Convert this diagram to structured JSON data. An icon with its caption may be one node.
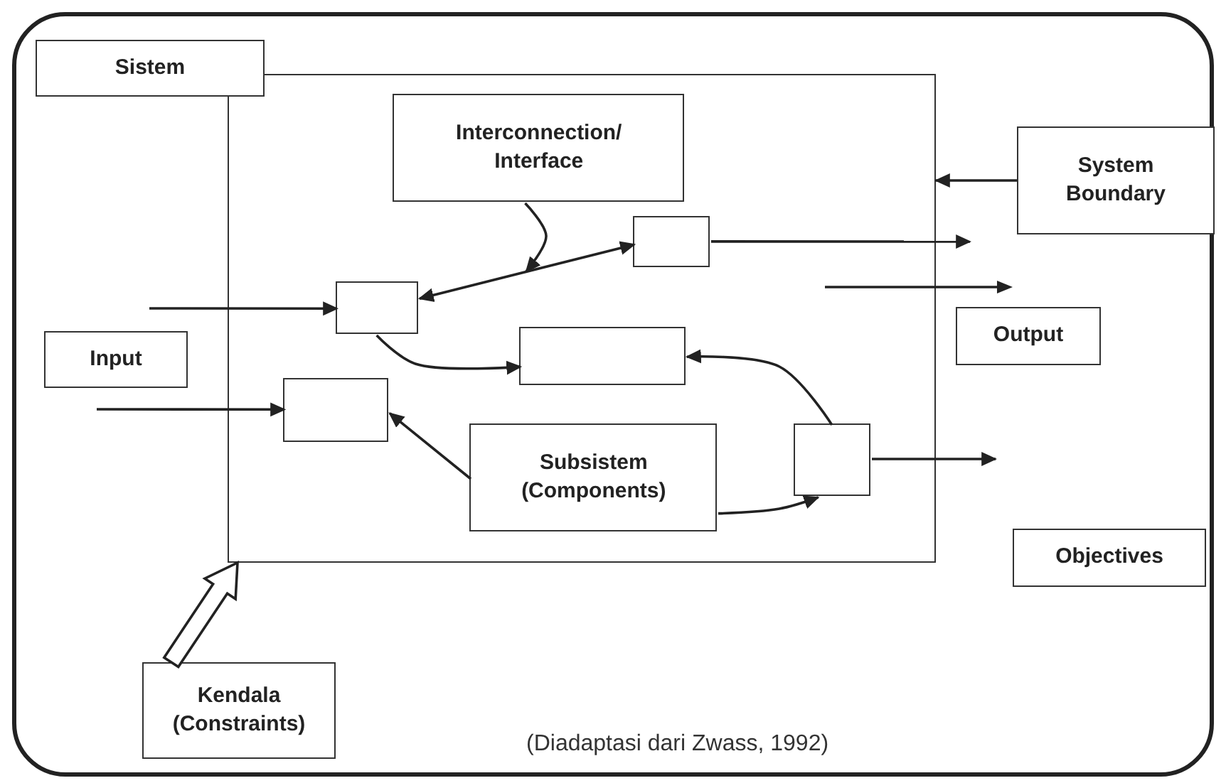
{
  "diagram": {
    "caption": "(Diadaptasi dari Zwass, 1992)",
    "nodes": [
      {
        "text": [
          "Sistem"
        ]
      },
      {
        "text": [],
        "shape": "box"
      },
      {
        "text": [
          "Interconnection/ Interface"
        ],
        "in": 1
      },
      {
        "text": [],
        "shape": "box",
        "in": 1
      },
      {
        "text": [],
        "shape": "box",
        "in": 1
      },
      {
        "text": [],
        "shape": "box",
        "in": 1
      },
      {
        "text": [],
        "shape": "box",
        "in": 1
      },
      {
        "text": [
          "Subsistem (Components)"
        ],
        "in": 1
      },
      {
        "text": [],
        "shape": "box",
        "in": 1
      },
      {
        "text": [
          "System Boundary"
        ]
      },
      {
        "text": [
          "Input"
        ]
      },
      {
        "text": [
          "Output"
        ]
      },
      {
        "text": [
          "Objectives"
        ]
      },
      {
        "text": [
          "Kendala (Constraints)"
        ]
      }
    ],
    "edges": [
      {
        "from": 2,
        "to": null,
        "arrow": "to"
      },
      {
        "from": 4,
        "to": 3,
        "arrow": "both"
      },
      {
        "from": null,
        "to": 4,
        "arrow": "to"
      },
      {
        "from": 4,
        "to": 5,
        "arrow": "to"
      },
      {
        "from": 8,
        "to": 5,
        "arrow": "to"
      },
      {
        "from": null,
        "to": 6,
        "arrow": "to"
      },
      {
        "from": 7,
        "to": 6,
        "arrow": "to"
      },
      {
        "from": 7,
        "to": 8,
        "arrow": "to"
      },
      {
        "from": 3,
        "to": null,
        "arrow": "to"
      },
      {
        "from": 8,
        "to": null,
        "arrow": "to"
      },
      {
        "from": 9,
        "to": 1,
        "arrow": "to"
      },
      {
        "from": 13,
        "to": 1,
        "arrow": "to",
        "style": "thick"
      }
    ]
  }
}
